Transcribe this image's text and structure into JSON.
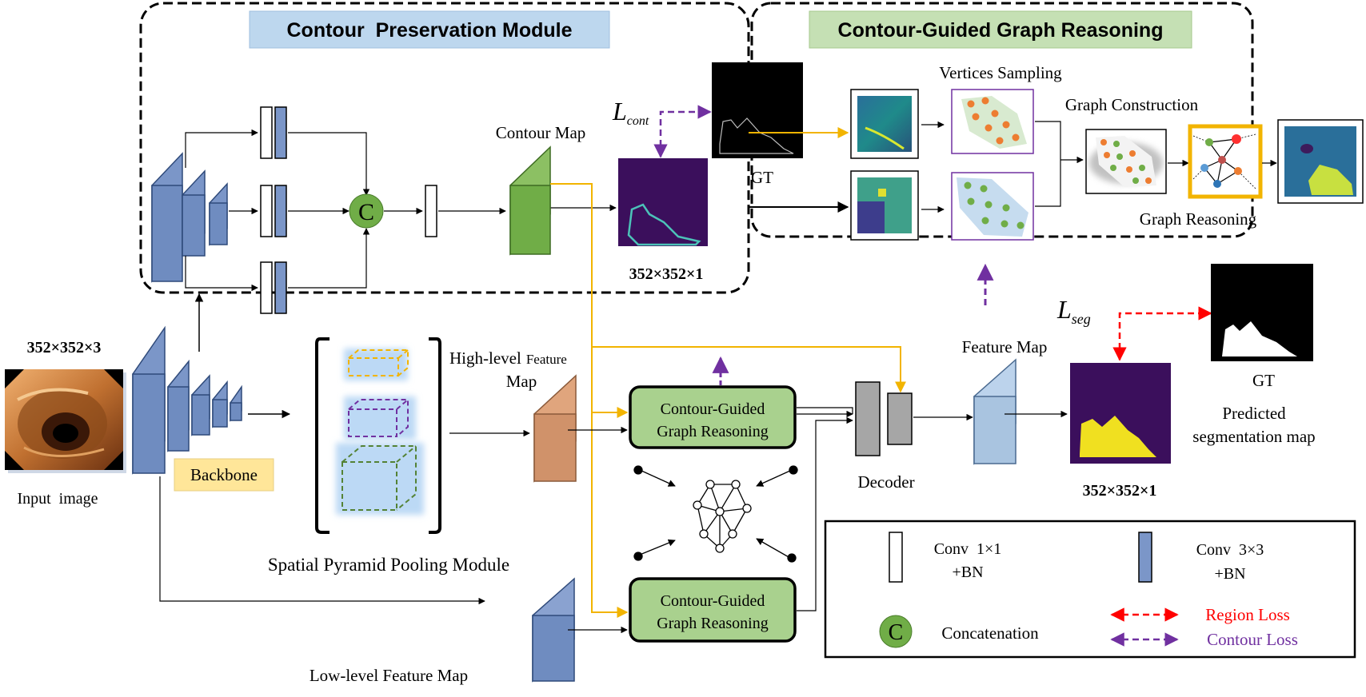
{
  "modules": {
    "cpm_title": "Contour  Preservation Module",
    "cggr_title": "Contour-Guided Graph Reasoning"
  },
  "labels": {
    "input_size": "352×352×3",
    "input_image": "Input  image",
    "backbone": "Backbone",
    "spp": "Spatial Pyramid Pooling Module",
    "high_level_1": "High-level",
    "high_level_2": "Feature",
    "high_level_3": "Map",
    "low_level": "Low-level Feature Map",
    "contour_map": "Contour Map",
    "contour_size": "352×352×1",
    "gt_top": "GT",
    "loss_cont_main": "L",
    "loss_cont_sub": "cont",
    "loss_seg_main": "L",
    "loss_seg_sub": "seg",
    "vertices_sampling": "Vertices Sampling",
    "graph_construction": "Graph Construction",
    "graph_reasoning": "Graph Reasoning",
    "cggr_block_1a": "Contour-Guided",
    "cggr_block_1b": "Graph Reasoning",
    "cggr_block_2a": "Contour-Guided",
    "cggr_block_2b": "Graph Reasoning",
    "decoder": "Decoder",
    "feature_map": "Feature Map",
    "pred_size": "352×352×1",
    "gt_right": "GT",
    "predicted_1": "Predicted",
    "predicted_2": "segmentation map",
    "concat_symbol": "C"
  },
  "legend": {
    "conv1_a": "Conv  1×1",
    "conv1_b": "+BN",
    "conv3_a": "Conv  3×3",
    "conv3_b": "+BN",
    "concat": "Concatenation",
    "concat_symbol": "C",
    "region_loss": "Region Loss",
    "contour_loss": "Contour Loss"
  },
  "colors": {
    "conv3_fill": "#7b96c8",
    "conv_stroke": "#2f4a7a",
    "contour_green": "#70ad47",
    "high_level_orange": "#d0926a",
    "low_level_blue": "#6f8cc0",
    "feature_blue": "#a9c4e0",
    "graph_box_green": "#a9d18e",
    "cpm_title_bg": "#bdd7ee",
    "cggr_title_bg": "#c5e0b4",
    "backbone_bg": "#ffe699",
    "yellow_arrow": "#f2b400",
    "purple_loss": "#7030a0",
    "red_loss": "#ff0000",
    "map_purple": "#3b0f5c",
    "seg_yellow": "#f0e020"
  }
}
